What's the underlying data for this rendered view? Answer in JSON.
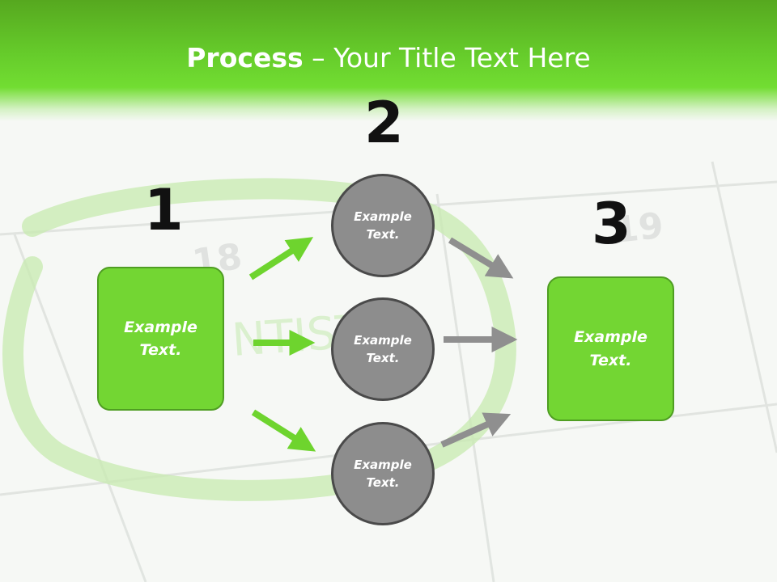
{
  "title": {
    "bold": "Process",
    "rest": " – Your Title Text Here"
  },
  "steps": {
    "n1": "1",
    "n2": "2",
    "n3": "3"
  },
  "shapes": {
    "left_box": "Example Text.",
    "circle_top": "Example Text.",
    "circle_middle": "Example Text.",
    "circle_bottom": "Example Text.",
    "right_box": "Example Text."
  },
  "colors": {
    "accent_green": "#73d633",
    "circle_gray": "#8d8d8d",
    "arrow_gray": "#8f8f8f"
  }
}
